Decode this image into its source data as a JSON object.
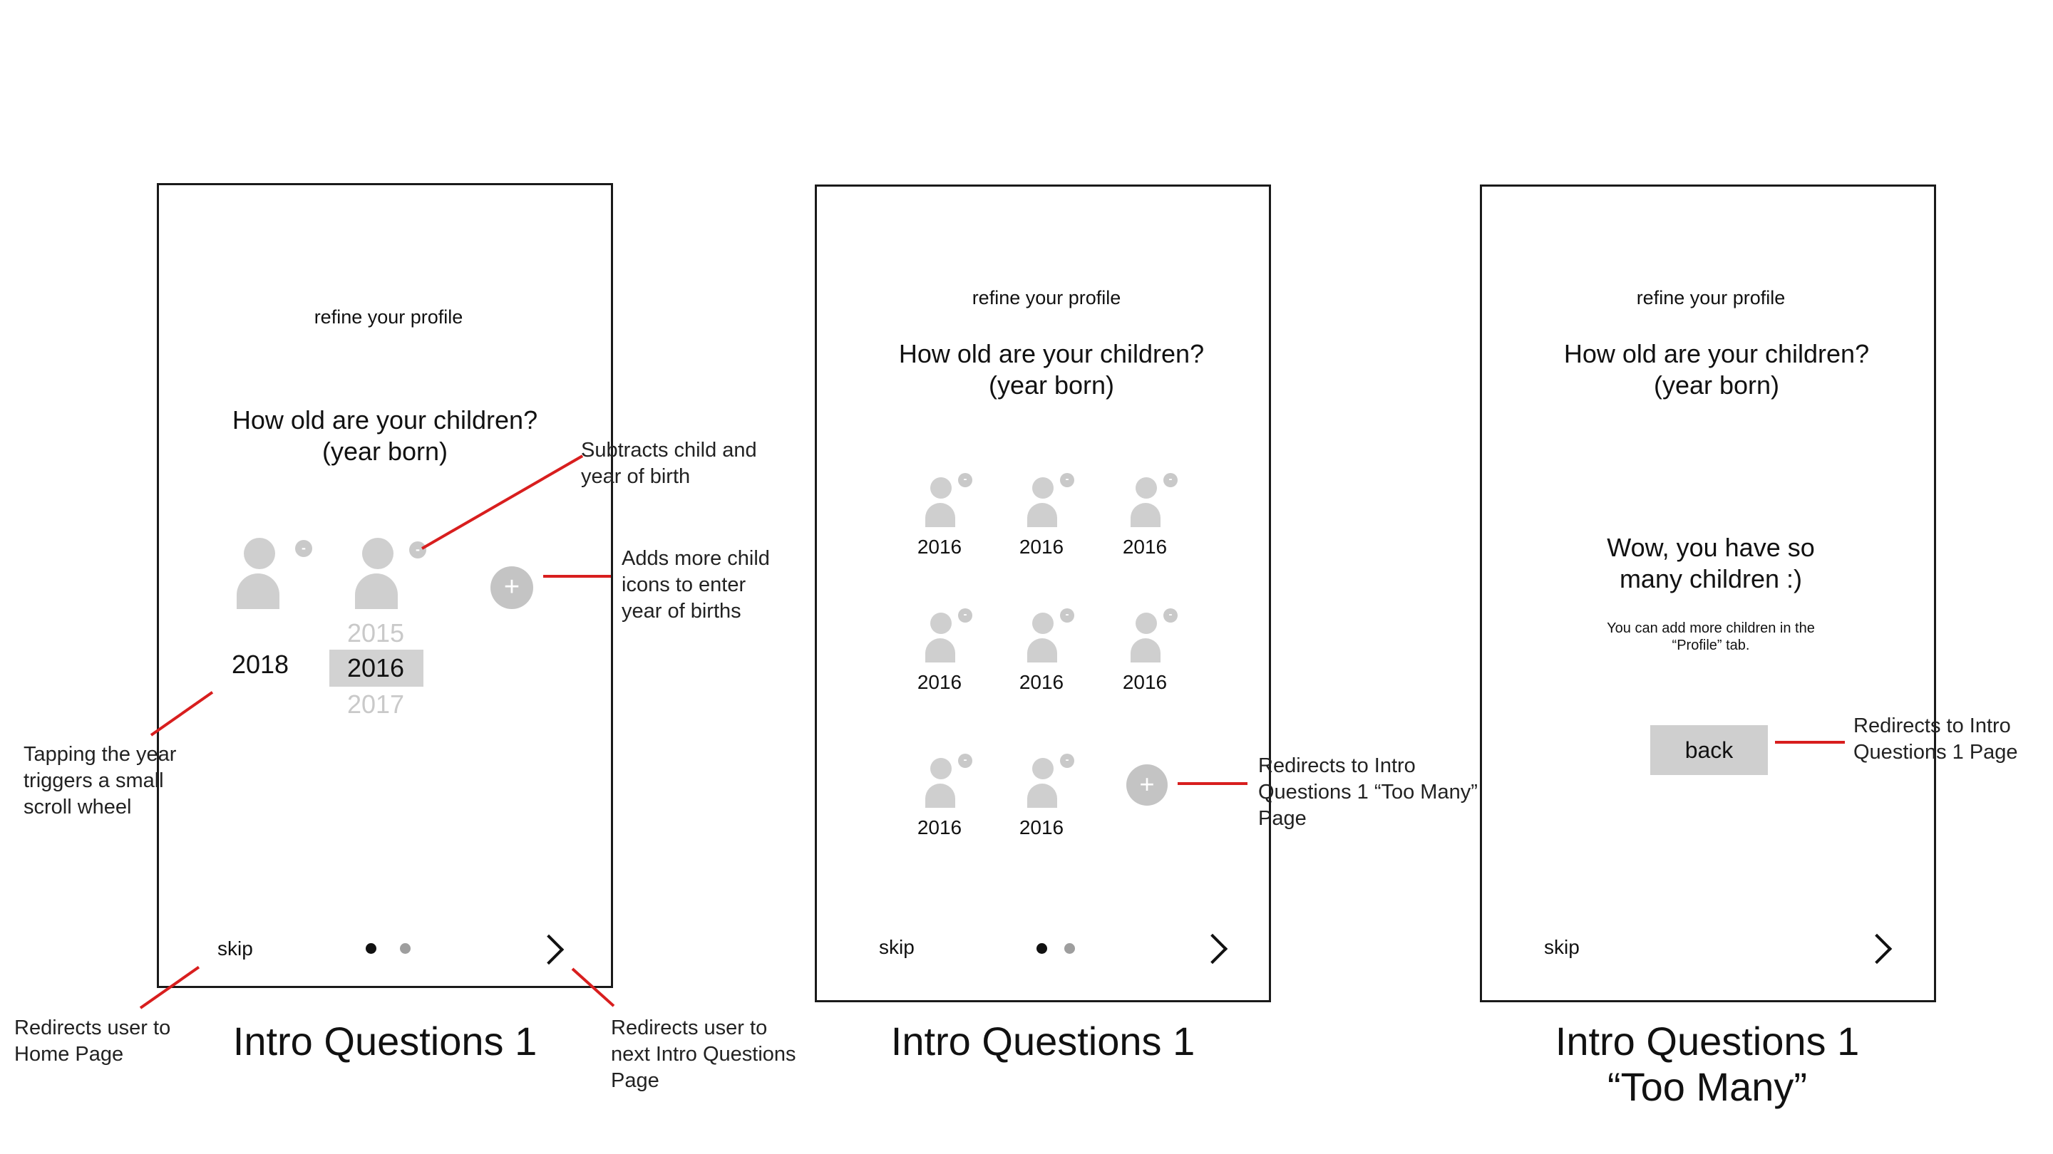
{
  "screens": [
    {
      "subtitle": "refine your profile",
      "question_line1": "How old are your children?",
      "question_line2": "(year born)",
      "child1_year": "2018",
      "wheel_prev": "2015",
      "wheel_selected": "2016",
      "wheel_next": "2017",
      "plus_symbol": "+",
      "minus_symbol": "-",
      "skip": "skip",
      "caption": "Intro Questions 1"
    },
    {
      "subtitle": "refine your profile",
      "question_line1": "How old are your children?",
      "question_line2": "(year born)",
      "years": [
        "2016",
        "2016",
        "2016",
        "2016",
        "2016",
        "2016",
        "2016",
        "2016"
      ],
      "plus_symbol": "+",
      "minus_symbol": "-",
      "skip": "skip",
      "caption": "Intro Questions 1"
    },
    {
      "subtitle": "refine your profile",
      "question_line1": "How old are your children?",
      "question_line2": "(year born)",
      "message_line1": "Wow, you have so",
      "message_line2": "many children :)",
      "info_line1": "You can add more children in the",
      "info_line2": "“Profile” tab.",
      "back": "back",
      "skip": "skip",
      "caption_line1": "Intro Questions 1",
      "caption_line2": "“Too Many”"
    }
  ],
  "annotations": {
    "subtracts_line1": "Subtracts child and",
    "subtracts_line2": "year of birth",
    "adds_line1": "Adds more child",
    "adds_line2": "icons to enter",
    "adds_line3": "year of births",
    "tapping_line1": "Tapping the year",
    "tapping_line2": "triggers a small",
    "tapping_line3": "scroll wheel",
    "home_line1": "Redirects user to",
    "home_line2": "Home Page",
    "next_line1": "Redirects user to",
    "next_line2": "next Intro Questions",
    "next_line3": "Page",
    "toomany_line1": "Redirects to Intro",
    "toomany_line2": "Questions 1 “Too Many”",
    "toomany_line3": "Page",
    "back_line1": "Redirects to Intro",
    "back_line2": "Questions 1 Page"
  },
  "colors": {
    "annotation_line": "#d81e1e",
    "placeholder_gray": "#cfcfcf",
    "frame_border": "#1a1a1a"
  }
}
